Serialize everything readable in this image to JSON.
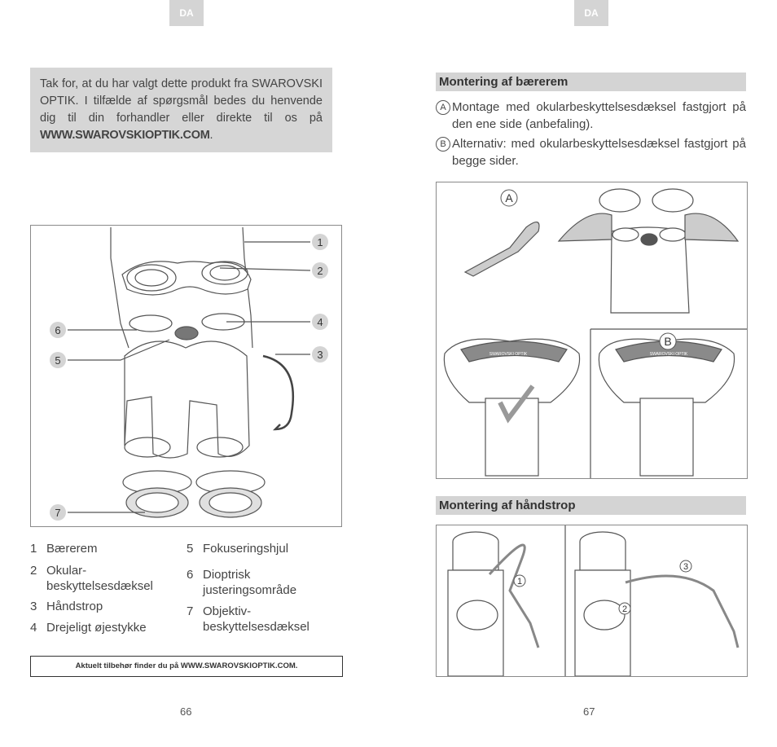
{
  "left_page": {
    "lang_tab": "DA",
    "intro_text": "Tak for, at du har valgt dette produkt fra SWAROVSKI OPTIK. I tilfælde af spørgsmål bedes du henvende dig til din forhandler eller direkte til os på ",
    "intro_link": "WWW.SWAROVSKIOPTIK.COM",
    "intro_end": ".",
    "callouts": [
      "1",
      "2",
      "3",
      "4",
      "5",
      "6",
      "7"
    ],
    "legend": [
      {
        "num": "1",
        "text": "Bærerem"
      },
      {
        "num": "2",
        "text": "Okular-\nbeskyttelsesdæksel"
      },
      {
        "num": "3",
        "text": "Håndstrop"
      },
      {
        "num": "4",
        "text": "Drejeligt øjestykke"
      },
      {
        "num": "5",
        "text": "Fokuseringshjul"
      },
      {
        "num": "6",
        "text": "Dioptrisk\njusteringsområde"
      },
      {
        "num": "7",
        "text": "Objektiv-\nbeskyttelsesdæksel"
      }
    ],
    "footer_note": "Aktuelt tilbehør finder du på WWW.SWAROVSKIOPTIK.COM.",
    "page_number": "66"
  },
  "right_page": {
    "lang_tab": "DA",
    "section1_title": "Montering af bærerem",
    "option_a_marker": "A",
    "option_a_text": "Montage med okularbeskyttelsesdæksel fastgjort på den ene side (anbefaling).",
    "option_b_marker": "B",
    "option_b_text": "Alternativ: med okularbeskyttelsesdæksel fastgjort på begge sider.",
    "strap_print": "SWAROVSKI OPTIK",
    "section2_title": "Montering af håndstrop",
    "step_markers": [
      "1",
      "2",
      "3"
    ],
    "page_number": "67"
  }
}
